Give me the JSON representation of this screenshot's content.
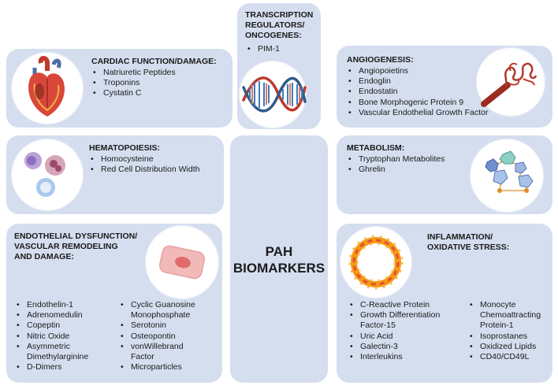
{
  "center": {
    "line1": "PAH",
    "line2": "BIOMARKERS"
  },
  "transcription": {
    "title_lines": [
      "TRANSCRIPTION",
      "REGULATORS/",
      "ONCOGENES:"
    ],
    "items": [
      "PIM-1"
    ],
    "icon": "dna-helix-icon"
  },
  "cardiac": {
    "title": "CARDIAC FUNCTION/DAMAGE:",
    "items": [
      "Natriuretic Peptides",
      "Troponins",
      "Cystatin C"
    ],
    "icon": "heart-icon"
  },
  "angiogenesis": {
    "title": "ANGIOGENESIS:",
    "items": [
      "Angiopoietins",
      "Endoglin",
      "Endostatin",
      "Bone Morphogenic Protein 9",
      "Vascular Endothelial Growth Factor"
    ],
    "icon": "blood-vessel-icon"
  },
  "hematopoiesis": {
    "title": "HEMATOPOIESIS:",
    "items": [
      "Homocysteine",
      "Red Cell Distribution Width"
    ],
    "icon": "blood-cells-icon"
  },
  "metabolism": {
    "title": "METABOLISM:",
    "items": [
      "Tryptophan Metabolites",
      "Ghrelin"
    ],
    "icon": "molecule-icon"
  },
  "endothelial": {
    "title_lines": [
      "ENDOTHELIAL DYSFUNCTION/",
      "VASCULAR REMODELING",
      "AND DAMAGE:"
    ],
    "items_left": [
      "Endothelin-1",
      "Adrenomedulin",
      "Copeptin",
      "Nitric Oxide",
      "Asymmetric Dimethylarginine",
      "D-Dimers"
    ],
    "items_right": [
      "Cyclic Guanosine Monophosphate",
      "Serotonin",
      "Osteopontin",
      "vonWillebrand Factor",
      "Microparticles"
    ],
    "icon": "endothelial-cell-icon"
  },
  "inflammation": {
    "title_lines": [
      "INFLAMMATION/",
      "OXIDATIVE STRESS:"
    ],
    "items_left": [
      "C-Reactive Protein",
      "Growth Differentiation Factor-15",
      "Uric Acid",
      "Galectin-3",
      "Interleukins"
    ],
    "items_right": [
      "Monocyte Chemoattracting Protein-1",
      "Isoprostanes",
      "Oxidized Lipids",
      "CD40/CD49L"
    ],
    "icon": "fire-ring-icon"
  },
  "colors": {
    "panel": "#d5deef",
    "circle": "#ffffff",
    "text": "#1a1a1a"
  }
}
